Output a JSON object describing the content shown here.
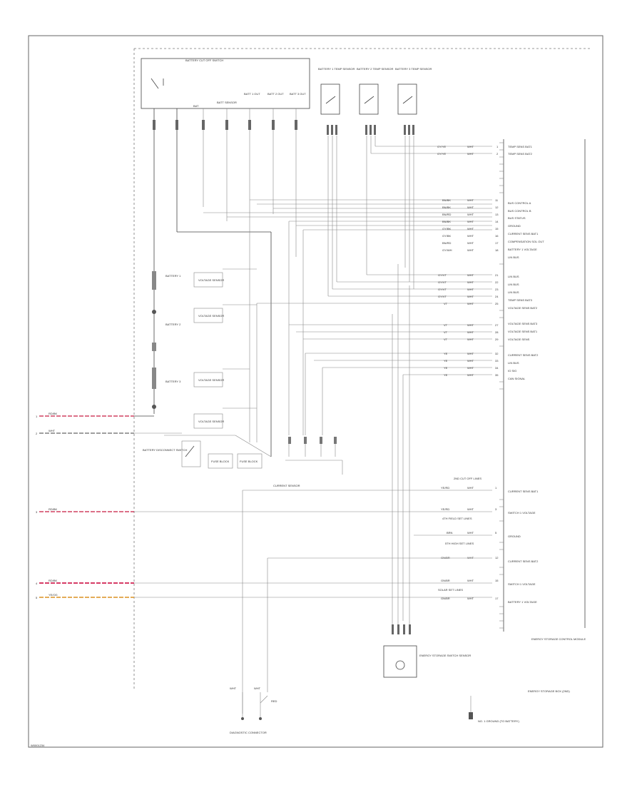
{
  "diagram": {
    "footer_code": "W0001234",
    "battery_cutoff": {
      "title": "BATTERY CUT OFF SWITCH",
      "pin_labels": [
        "BAT",
        "BATT SENSOR",
        "BATT 1 OUT",
        "BATT 2 OUT",
        "BATT 3 OUT"
      ]
    },
    "top_sensors": [
      {
        "label": "BATTERY 1 TEMP SENSOR"
      },
      {
        "label": "BATTERY 2 TEMP SENSOR"
      },
      {
        "label": "BATTERY 3 TEMP SENSOR"
      }
    ],
    "connector_rows_top": [
      {
        "wire": "GY/YE",
        "color": "WHT",
        "pin": "1",
        "func": "TEMP SENS BAT1"
      },
      {
        "wire": "GY/YE",
        "color": "WHT",
        "pin": "2",
        "func": "TEMP SENS BAT2"
      }
    ],
    "connector_rows_mid": [
      {
        "wire": "BN/BK",
        "color": "WHT",
        "pin": "11",
        "func": "BUS CONTROL A"
      },
      {
        "wire": "BN/BK",
        "color": "WHT",
        "pin": "12",
        "func": "BUS CONTROL B"
      },
      {
        "wire": "BN/RD",
        "color": "WHT",
        "pin": "13",
        "func": "BUS STATUS"
      },
      {
        "wire": "BN/BK",
        "color": "WHT",
        "pin": "14",
        "func": "GROUND"
      },
      {
        "wire": "GY/BK",
        "color": "WHT",
        "pin": "15",
        "func": "CURRENT SENS BAT1"
      },
      {
        "wire": "GY/BK",
        "color": "WHT",
        "pin": "16",
        "func": "COMPENSATION SOL OUT"
      },
      {
        "wire": "BN/RD",
        "color": "WHT",
        "pin": "17",
        "func": "BATTERY 1 VOLTAGE"
      },
      {
        "wire": "GY/WH",
        "color": "WHT",
        "pin": "18",
        "func": "LIN BUS"
      }
    ],
    "connector_rows_lower": [
      {
        "wire": "GY/VT",
        "color": "WHT",
        "pin": "21",
        "func": "LIN BUS"
      },
      {
        "wire": "GY/VT",
        "color": "WHT",
        "pin": "22",
        "func": "LIN BUS"
      },
      {
        "wire": "GY/VT",
        "color": "WHT",
        "pin": "23",
        "func": "LIN BUS"
      },
      {
        "wire": "GY/VT",
        "color": "WHT",
        "pin": "24",
        "func": "TEMP SENS BAT3"
      },
      {
        "wire": "VT",
        "color": "WHT",
        "pin": "25",
        "func": "VOLTAGE SENS BAT2"
      }
    ],
    "connector_rows_lower2": [
      {
        "wire": "VT",
        "color": "WHT",
        "pin": "27",
        "func": "VOLTAGE SENS BAT3"
      },
      {
        "wire": "VT",
        "color": "WHT",
        "pin": "28",
        "func": "VOLTAGE SENS BAT1"
      },
      {
        "wire": "VT",
        "color": "WHT",
        "pin": "29",
        "func": "VOLTAGE SENS"
      }
    ],
    "connector_rows_bottom": [
      {
        "wire": "YE",
        "color": "WHT",
        "pin": "32",
        "func": "CURRENT SENS BAT2"
      },
      {
        "wire": "YE",
        "color": "WHT",
        "pin": "33",
        "func": "LIN BUS"
      },
      {
        "wire": "YE",
        "color": "WHT",
        "pin": "34",
        "func": "IG SIG"
      },
      {
        "wire": "YE",
        "color": "WHT",
        "pin": "35",
        "func": "CAN SIGNAL"
      }
    ],
    "relay_labels": {
      "battery1": "BATTERY 1",
      "battery2": "BATTERY 2",
      "battery3": "BATTERY 3",
      "voltage_sensor": "VOLTAGE SENSOR",
      "fuse_block": "FUSE BLOCK",
      "battery_disconnect": "BATTERY DISCONNECT SWITCH",
      "current_sensor": "CURRENT SENSOR"
    },
    "left_wires": [
      {
        "label": "RD/BK",
        "color": "#d04060",
        "pin": "1"
      },
      {
        "label": "WHT",
        "color": "#666666",
        "pin": "2"
      },
      {
        "label": "RD/BK",
        "color": "#d04060",
        "pin": "3"
      },
      {
        "label": "RD/BK",
        "color": "#d02050",
        "pin": "4"
      },
      {
        "label": "YE/OG",
        "color": "#e0a040",
        "pin": "5"
      }
    ],
    "lower_connector": {
      "header_a": "2ND CUT OFF LINES",
      "row_a": {
        "wire": "YE/RD",
        "color": "WHT",
        "pin": "1",
        "func": "CURRENT SENS BAT1"
      },
      "row_b": {
        "wire": "YE/RD",
        "color": "WHT",
        "pin": "3",
        "func": "SWITCH 1 VOLTAGE"
      },
      "header_b": "4TH FIELD SET LINES",
      "row_c": {
        "wire": "BRN",
        "color": "WHT",
        "pin": "5",
        "func": "GROUND"
      },
      "header_c": "5TH HIGH SET LINES",
      "row_d": {
        "wire": "GN/BR",
        "color": "WHT",
        "pin": "12",
        "func": "CURRENT SENS BAT2"
      },
      "row_e": {
        "wire": "GN/BR",
        "color": "WHT",
        "pin": "15",
        "func": "SWITCH 1 VOLTAGE"
      },
      "header_d": "SOLAR SET LINES",
      "row_f": {
        "wire": "GN/BR",
        "color": "WHT",
        "pin": "17",
        "func": "BATTERY 1 VOLTAGE"
      }
    },
    "module_label": "ENERGY STORAGE CONTROL MODULE",
    "box_sensor_label": "ENERGY STORAGE SWITCH SENSOR",
    "energy_storage_label": "ENERGY STORAGE BOX (2ND)",
    "ground_label": "NO. 1 GROUND (TO BATTERY)",
    "test_connector_label": "DIAGNOSTIC CONNECTOR",
    "test_pins": {
      "a": "WHT",
      "b": "WHT",
      "c": "RED"
    }
  }
}
